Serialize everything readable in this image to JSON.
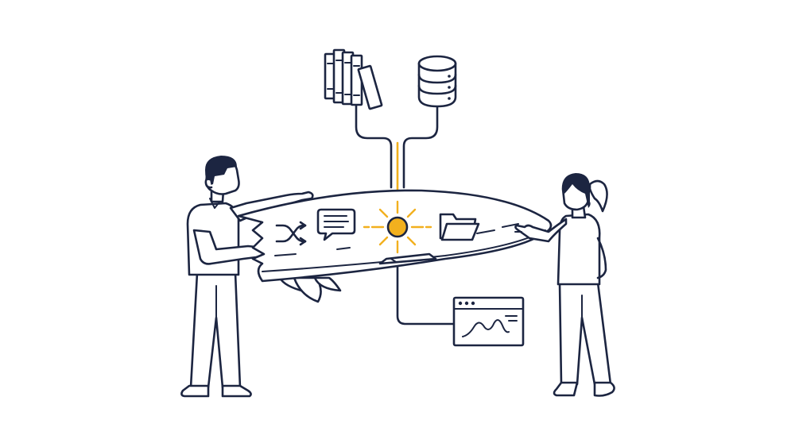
{
  "colors": {
    "ink": "#1c2541",
    "accent": "#f2b01e",
    "glow": "#fde9b0",
    "background": "#ffffff"
  },
  "icons": [
    "books-icon",
    "database-icon",
    "shuffle-icon",
    "chat-bubble-icon",
    "sun-spark-icon",
    "folder-icon",
    "chart-window-icon",
    "surfboard",
    "man-figure",
    "woman-figure"
  ]
}
